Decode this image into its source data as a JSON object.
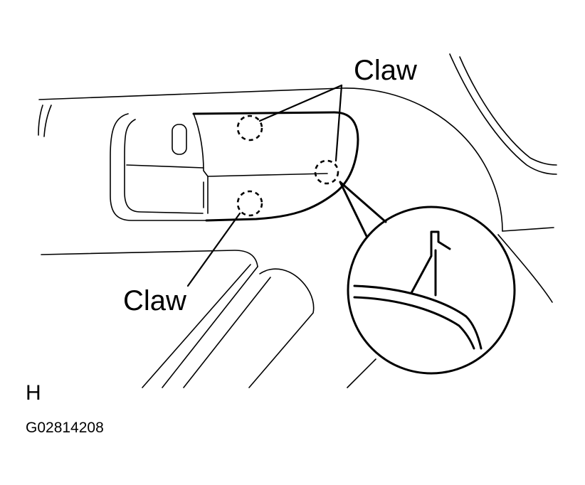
{
  "labels": {
    "claw_top": "Claw",
    "claw_bottom": "Claw",
    "view": "H",
    "figure_code": "G02814208"
  }
}
